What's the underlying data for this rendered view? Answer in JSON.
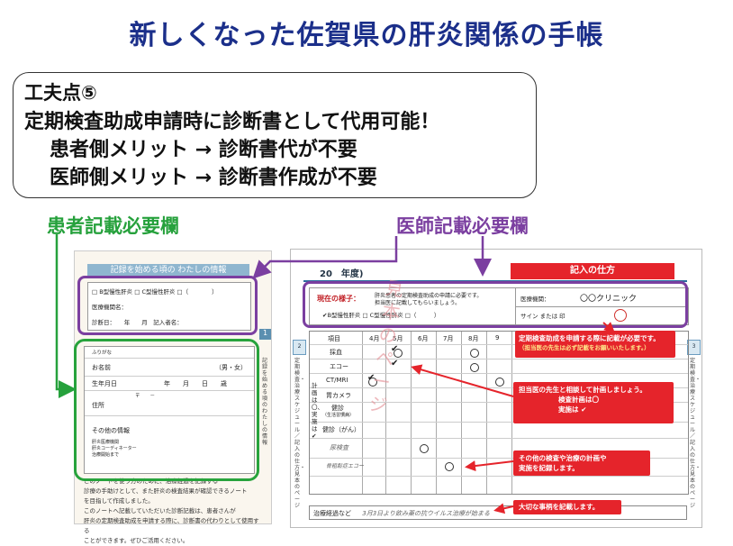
{
  "title": "新しくなった佐賀県の肝炎関係の手帳",
  "point": {
    "heading": "工夫点⑤",
    "line1": "定期検査助成申請時に診断書として代用可能！",
    "line2": "患者側メリット → 診断書代が不要",
    "line3": "医師側メリット → 診断書作成が不要"
  },
  "labels": {
    "patient": "患者記載必要欄",
    "doctor": "医師記載必要欄"
  },
  "left_page": {
    "header": "記録を始める頃の わたしの情報",
    "hep_row": "□ B型慢性肝炎 □ C型慢性肝炎 □（　　　　）",
    "hospital_row": "医療機関名：",
    "date_row": "診断日：　　年　　月　記入者名：",
    "furigana": "ふりがな",
    "name": "お名前",
    "gender": "（男・女）",
    "birth": "生年月日",
    "birth_units": "年　　月　　日　　歳",
    "address": "住所",
    "postal": "〒　　－",
    "other": "その他の情報",
    "other_sub1": "肝炎医療機関",
    "other_sub2": "肝炎コーディネーター",
    "other_sub3": "治療開始まで",
    "note1": "このノートを使う方のために、治療経過を記録する",
    "note2": "診療の手助けとして、また肝炎の検査結果が確認できるノート",
    "note3": "を目指して作成しました。",
    "note4": "このノートへ記載していただいた診断記載は、患者さんが",
    "note5": "肝炎の定期検査助成を申請する際に、診断書の代わりとして使用する",
    "note6": "ことができます。ぜひご活用ください。",
    "tab": "1",
    "side": "記録を始める頃の　わたしの情報"
  },
  "right_page": {
    "year": "20　年度)",
    "red_header": "記入の仕方",
    "current_label": "現在の様子：",
    "current_note1": "肝炎患者の定期検査助成の申請に必要です。",
    "current_note2": "担当医に記載してもらいましょう。",
    "hospital_label": "医療機関：",
    "hospital_value": "〇〇クリニック",
    "sign_label": "サイン または 印",
    "hep_check": "B型慢性肝炎 □ C型慢性肝炎 □（　　　）",
    "tab_left": "2",
    "tab_right": "3",
    "side_left": "定期検査・治療スケジュール／記入の仕方・見本のページ",
    "side_right": "定期検査・治療スケジュール／記入の仕方・見本のページ",
    "col_item": "項目",
    "months": [
      "4月",
      "5月",
      "6月",
      "7月",
      "8月",
      "9"
    ],
    "items": [
      "採血",
      "エコー",
      "CT/MRI",
      "胃カメラ",
      "健診",
      "（生活習慣病）",
      "健診（がん）",
      "尿検査",
      "骨粗鬆症エコー"
    ],
    "plan_label": "計画は〇、実施は✔",
    "bottom_label": "治療経過など",
    "bottom_value": "3月3日より飲み薬の抗ウイルス治療が始まる",
    "watermark": "見本のページ"
  },
  "callouts": {
    "c1_line1": "定期検査助成を申請する際に記載が必要です。",
    "c1_line2": "（担当医の先生は必ず記載をお願いいたします。）",
    "c2_line1": "担当医の先生と相談して計画しましょう。",
    "c2_line2": "検査計画は〇",
    "c2_line3": "実施は ✔",
    "c3_line1": "その他の検査や治療の計画や",
    "c3_line2": "実施を記録します。",
    "c4_line1": "大切な事柄を記載します。"
  },
  "colors": {
    "title": "#1b2f8a",
    "patient": "#26a13c",
    "doctor": "#7b3fa0",
    "callout": "#e5242b"
  }
}
